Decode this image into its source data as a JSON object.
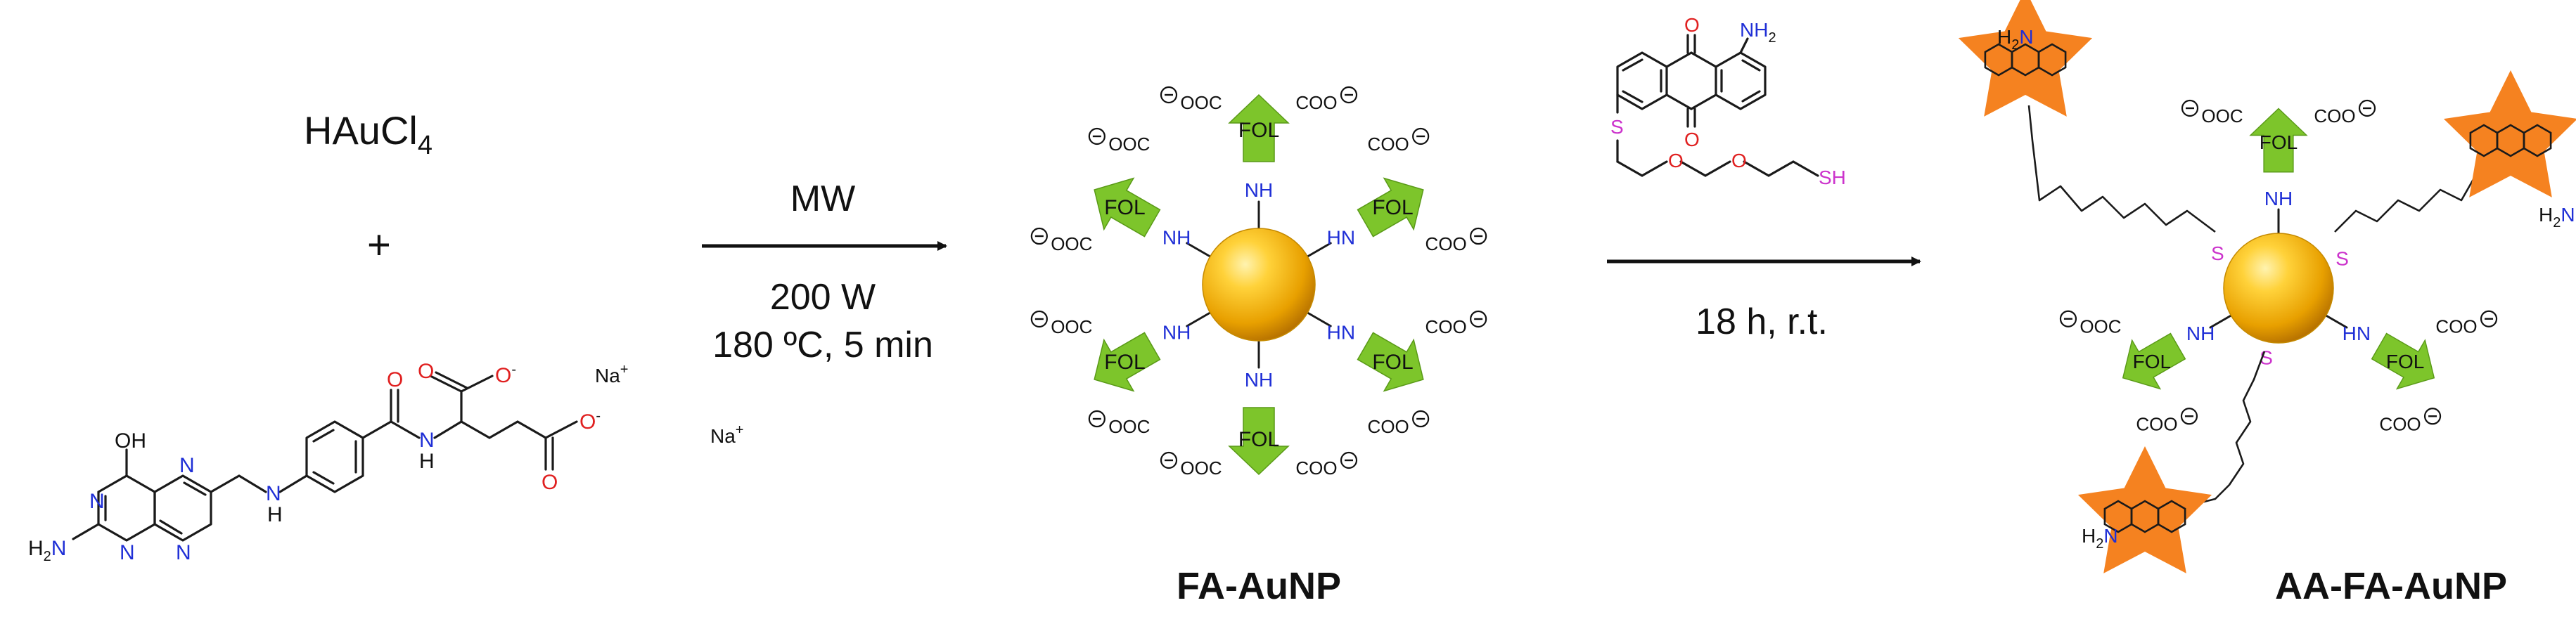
{
  "reagents": {
    "gold_salt": "HAuCl",
    "gold_salt_sub": "4",
    "plus": "+"
  },
  "step1": {
    "condition_top": "MW",
    "condition_power": "200 W",
    "condition_temp_time": "180 ºC, 5 min"
  },
  "step2": {
    "condition": "18 h, r.t."
  },
  "products": {
    "first": "FA-AuNP",
    "second": "AA-FA-AuNP"
  },
  "folate_atoms": {
    "oh": "OH",
    "h2n": "H",
    "h2n_sub": "2",
    "h2n_n": "N",
    "n": "N",
    "nh": "N",
    "h": "H",
    "o": "O",
    "o_minus": "O",
    "na": "Na",
    "plus": "+",
    "minus": "-"
  },
  "ligand_labels": {
    "fol": "FOL",
    "coo": "COO",
    "ooc": "OOC",
    "nh": "NH",
    "hn": "HN",
    "s": "S",
    "sh": "SH",
    "nh2": "NH",
    "h2n": "H",
    "n": "N",
    "o": "O",
    "sub2": "2",
    "minus": "−"
  },
  "colors": {
    "gold": "#f0a500",
    "gold_light": "#ffe07a",
    "folate_green": "#7dc52b",
    "anthraquinone_orange": "#f58220",
    "nitrogen_blue": "#1f2fd6",
    "oxygen_red": "#e02020",
    "sulfur_magenta": "#cc33cc",
    "bond": "#1a1a1a"
  },
  "icons": {
    "reaction_arrow": "right-arrow",
    "gold_nanoparticle": "sphere",
    "folate_ligand": "green-arrow",
    "aminoanthraquinone": "orange-star"
  }
}
